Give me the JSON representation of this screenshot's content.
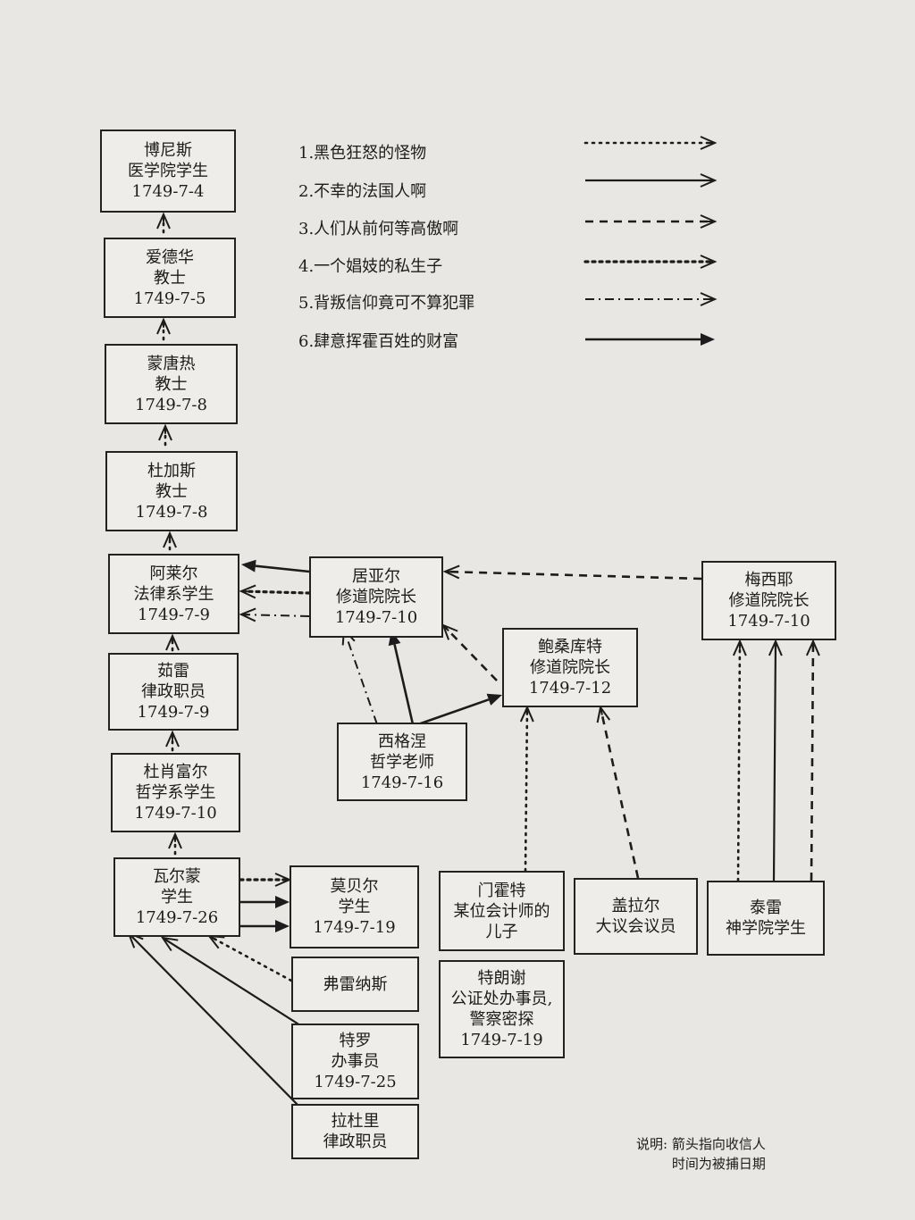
{
  "legend": [
    {
      "id": "l1",
      "label": "1.黑色狂怒的怪物",
      "style": "dotted"
    },
    {
      "id": "l2",
      "label": "2.不幸的法国人啊",
      "style": "solid-open"
    },
    {
      "id": "l3",
      "label": "3.人们从前何等高傲啊",
      "style": "dashed"
    },
    {
      "id": "l4",
      "label": "4.一个娼妓的私生子",
      "style": "dotted-bold"
    },
    {
      "id": "l5",
      "label": "5.背叛信仰竟可不算犯罪",
      "style": "dashdot"
    },
    {
      "id": "l6",
      "label": "6.肆意挥霍百姓的财富",
      "style": "solid-filled"
    }
  ],
  "nodes": [
    {
      "id": "boniss",
      "lines": [
        "博尼斯",
        "医学院学生",
        "1749-7-4"
      ]
    },
    {
      "id": "edward",
      "lines": [
        "爱德华",
        "教士",
        "1749-7-5"
      ]
    },
    {
      "id": "montangre",
      "lines": [
        "蒙唐热",
        "教士",
        "1749-7-8"
      ]
    },
    {
      "id": "dugas",
      "lines": [
        "杜加斯",
        "教士",
        "1749-7-8"
      ]
    },
    {
      "id": "alair",
      "lines": [
        "阿莱尔",
        "法律系学生",
        "1749-7-9"
      ]
    },
    {
      "id": "jolay",
      "lines": [
        "茹雷",
        "律政职员",
        "1749-7-9"
      ]
    },
    {
      "id": "duxiaofu",
      "lines": [
        "杜肖富尔",
        "哲学系学生",
        "1749-7-10"
      ]
    },
    {
      "id": "walmeng",
      "lines": [
        "瓦尔蒙",
        "学生",
        "1749-7-26"
      ]
    },
    {
      "id": "juyaer",
      "lines": [
        "居亚尔",
        "修道院院长",
        "1749-7-10"
      ]
    },
    {
      "id": "meixiye",
      "lines": [
        "梅西耶",
        "修道院院长",
        "1749-7-10"
      ]
    },
    {
      "id": "baosang",
      "lines": [
        "鲍桑库特",
        "修道院院长",
        "1749-7-12"
      ]
    },
    {
      "id": "xigenie",
      "lines": [
        "西格涅",
        "哲学老师",
        "1749-7-16"
      ]
    },
    {
      "id": "mobeier",
      "lines": [
        "莫贝尔",
        "学生",
        "1749-7-19"
      ]
    },
    {
      "id": "menhuote",
      "lines": [
        "门霍特",
        "某位会计师的",
        "儿子"
      ]
    },
    {
      "id": "gailaer",
      "lines": [
        "盖拉尔",
        "大议会议员"
      ]
    },
    {
      "id": "tailei",
      "lines": [
        "泰雷",
        "神学院学生"
      ]
    },
    {
      "id": "fuleinasi",
      "lines": [
        "弗雷纳斯"
      ]
    },
    {
      "id": "telangxie",
      "lines": [
        "特朗谢",
        "公证处办事员,",
        "警察密探",
        "1749-7-19"
      ]
    },
    {
      "id": "teluo",
      "lines": [
        "特罗",
        "办事员",
        "1749-7-25"
      ]
    },
    {
      "id": "laduli",
      "lines": [
        "拉杜里",
        "律政职员"
      ]
    }
  ],
  "note": {
    "line1": "说明: 箭头指向收信人",
    "line2": "时间为被捕日期"
  }
}
